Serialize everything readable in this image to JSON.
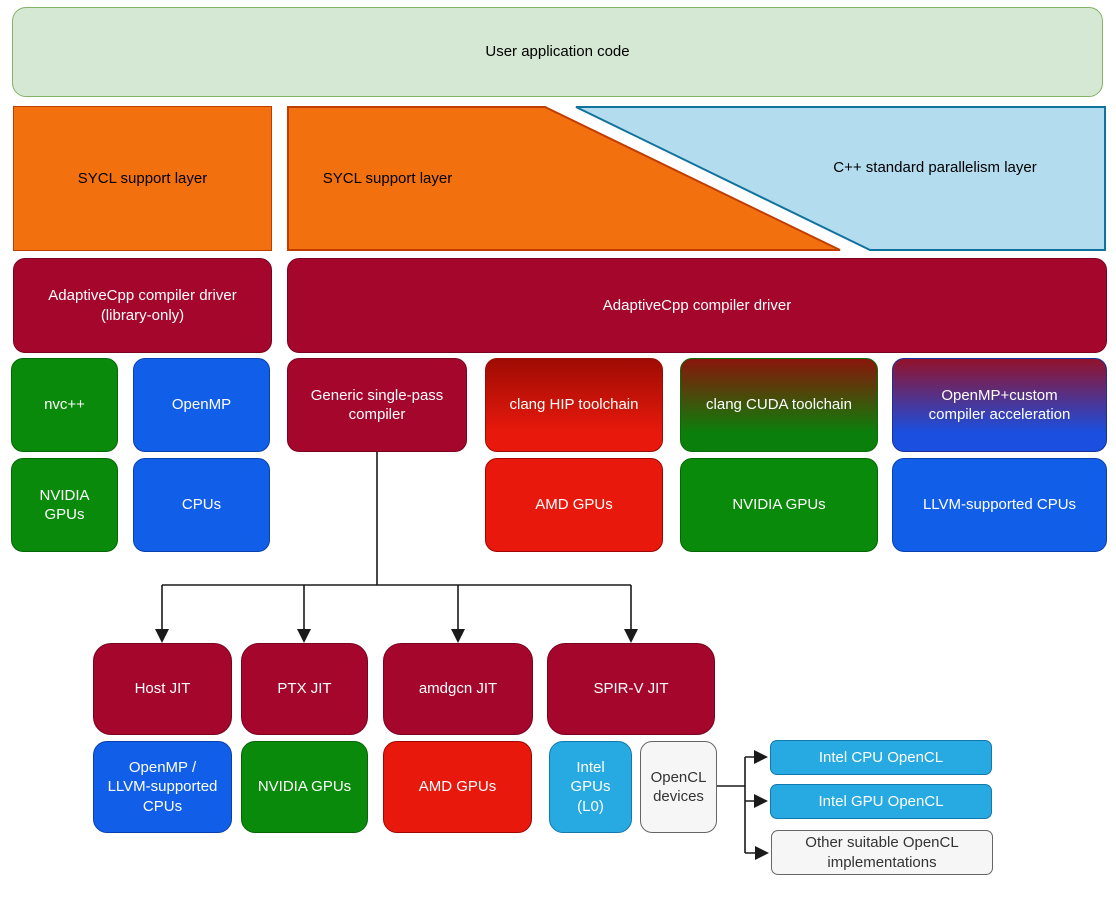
{
  "colors": {
    "app_green": "#D5E8D4",
    "app_green_border": "#82B366",
    "orange": "#F3700E",
    "orange_border": "#C03D00",
    "light_blue": "#B4DCEF",
    "light_blue_border": "#10739E",
    "maroon": "#A4062C",
    "maroon_border": "#7A0220",
    "box_green": "#0A8A0A",
    "box_green_border": "#056605",
    "box_blue": "#115FE8",
    "box_blue_border": "#0A3FAE",
    "box_red": "#E8190C",
    "box_red_border": "#A00500",
    "cyan": "#27A9E1",
    "cyan_border": "#1378AD",
    "light_gray": "#F6F6F6",
    "gray_border": "#666666",
    "grad_red_top": "#9E0B03",
    "grad_cuda_top": "#8A150B",
    "grad_cuda_bottom": "#0B7F0B",
    "grad_cuda_border": "#0B6A0B",
    "grad_omp_top": "#93122B",
    "grad_omp_bottom": "#1A4FE0",
    "grad_omp_border": "#16309E",
    "arrow": "#1A1A1A",
    "text_light": "#FFFFFF",
    "text_dark": "#000000"
  },
  "nodes": {
    "user_app": {
      "label": "User application code"
    },
    "sycl_left": {
      "label": "SYCL support layer"
    },
    "sycl_mid": {
      "label": "SYCL support layer"
    },
    "cpp_std": {
      "label": "C++ standard parallelism layer"
    },
    "driver_lib": {
      "label": "AdaptiveCpp compiler driver\n(library-only)"
    },
    "driver": {
      "label": "AdaptiveCpp compiler driver"
    },
    "nvcpp": {
      "label": "nvc++"
    },
    "openmp": {
      "label": "OpenMP"
    },
    "generic": {
      "label": "Generic single-pass\ncompiler"
    },
    "hip": {
      "label": "clang HIP toolchain"
    },
    "cuda": {
      "label": "clang CUDA toolchain"
    },
    "omp_custom": {
      "label": "OpenMP+custom\ncompiler acceleration"
    },
    "nvidia_gpus_1": {
      "label": "NVIDIA\nGPUs"
    },
    "cpus": {
      "label": "CPUs"
    },
    "amd_gpus_1": {
      "label": "AMD GPUs"
    },
    "nvidia_gpus_2": {
      "label": "NVIDIA GPUs"
    },
    "llvm_cpus": {
      "label": "LLVM-supported CPUs"
    },
    "host_jit": {
      "label": "Host JIT"
    },
    "ptx_jit": {
      "label": "PTX JIT"
    },
    "amdgcn_jit": {
      "label": "amdgcn JIT"
    },
    "spirv_jit": {
      "label": "SPIR-V JIT"
    },
    "omp_llvm_cpus": {
      "label": "OpenMP /\nLLVM-supported\nCPUs"
    },
    "nvidia_gpus_3": {
      "label": "NVIDIA GPUs"
    },
    "amd_gpus_2": {
      "label": "AMD GPUs"
    },
    "intel_gpus_l0": {
      "label": "Intel\nGPUs\n(L0)"
    },
    "opencl_devices": {
      "label": "OpenCL\ndevices"
    },
    "intel_cpu_opencl": {
      "label": "Intel CPU OpenCL"
    },
    "intel_gpu_opencl": {
      "label": "Intel GPU OpenCL"
    },
    "other_opencl": {
      "label": "Other suitable OpenCL\nimplementations"
    }
  },
  "connections": [
    {
      "from": "generic",
      "to": [
        "host_jit",
        "ptx_jit",
        "amdgcn_jit",
        "spirv_jit"
      ]
    },
    {
      "from": "opencl_devices",
      "to": [
        "intel_cpu_opencl",
        "intel_gpu_opencl",
        "other_opencl"
      ]
    }
  ]
}
